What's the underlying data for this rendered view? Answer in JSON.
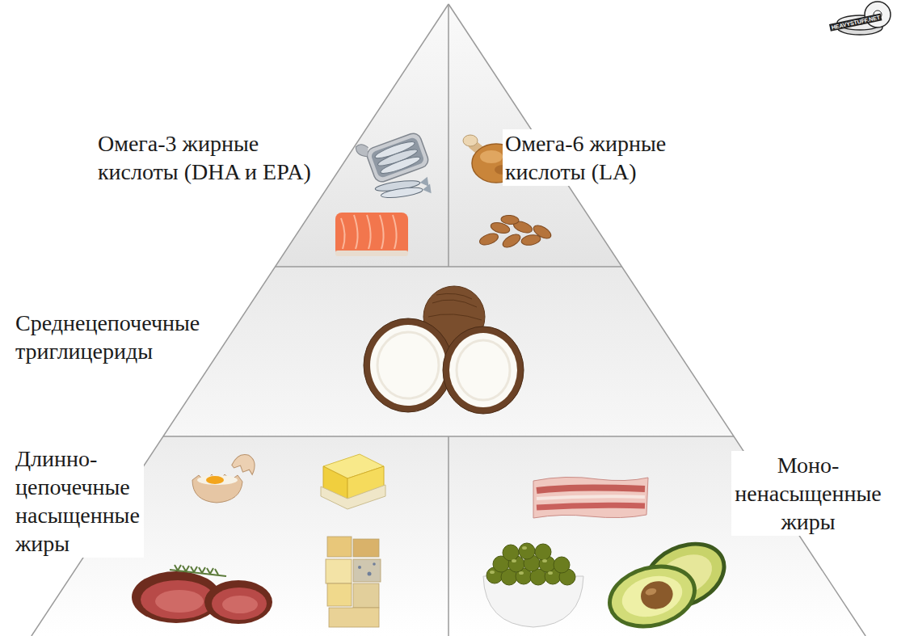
{
  "diagram": {
    "nodes": [
      {
        "text": [
          "Омега-3 жирные кислоты (DHA и EPA)"
        ]
      },
      {
        "text": [
          "Омега-6 жирные кислоты (LA)"
        ]
      },
      {
        "text": [
          "Среднецепочечные триглицериды"
        ]
      },
      {
        "text": [
          "Длинно- цепочечные насыщенные жиры"
        ]
      },
      {
        "text": [
          "Моно- ненасыщенные жиры"
        ]
      }
    ],
    "labels": [
      "HEAVYSTUFF.NET"
    ]
  }
}
